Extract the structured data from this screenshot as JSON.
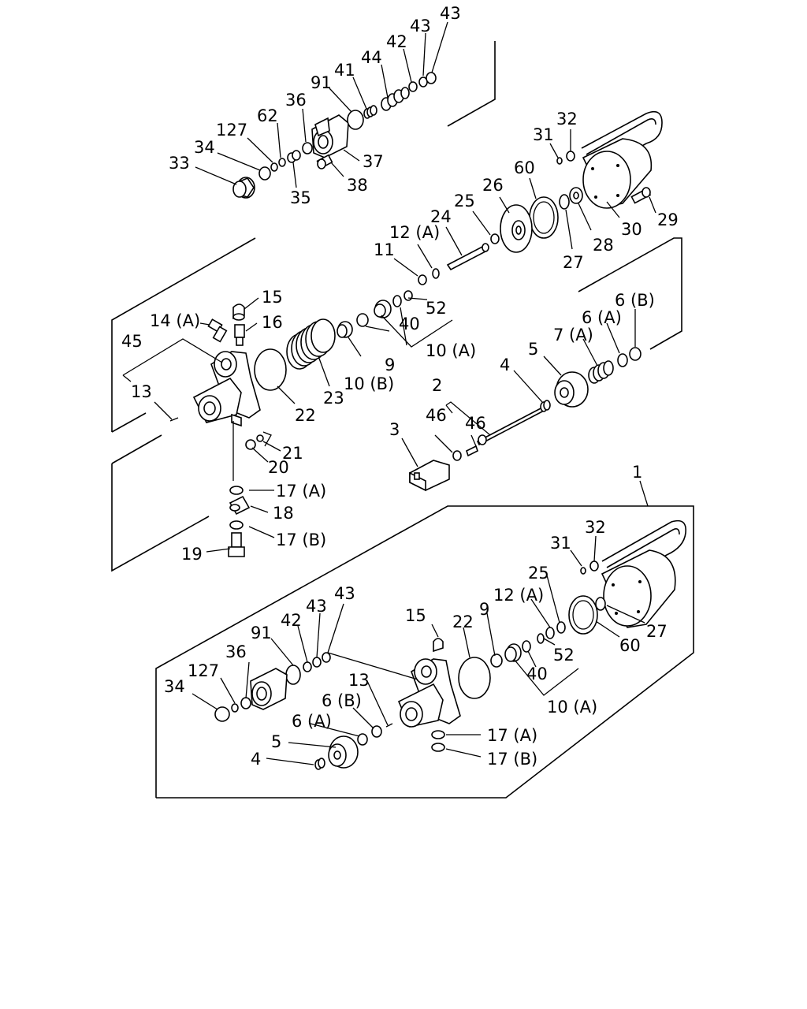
{
  "diagram": {
    "colors": {
      "line": "#000000",
      "background": "#ffffff"
    },
    "labels": [
      {
        "id": "u43a",
        "text": "43"
      },
      {
        "id": "u43b",
        "text": "43"
      },
      {
        "id": "u42",
        "text": "42"
      },
      {
        "id": "u44",
        "text": "44"
      },
      {
        "id": "u41",
        "text": "41"
      },
      {
        "id": "u91",
        "text": "91"
      },
      {
        "id": "u36",
        "text": "36"
      },
      {
        "id": "u62",
        "text": "62"
      },
      {
        "id": "u127",
        "text": "127"
      },
      {
        "id": "u34",
        "text": "34"
      },
      {
        "id": "u33",
        "text": "33"
      },
      {
        "id": "u35",
        "text": "35"
      },
      {
        "id": "u37",
        "text": "37"
      },
      {
        "id": "u38",
        "text": "38"
      },
      {
        "id": "u31",
        "text": "31"
      },
      {
        "id": "u32",
        "text": "32"
      },
      {
        "id": "u60",
        "text": "60"
      },
      {
        "id": "u26",
        "text": "26"
      },
      {
        "id": "u25",
        "text": "25"
      },
      {
        "id": "u24",
        "text": "24"
      },
      {
        "id": "u12a",
        "text": "12 (A)"
      },
      {
        "id": "u11",
        "text": "11"
      },
      {
        "id": "u29",
        "text": "29"
      },
      {
        "id": "u30",
        "text": "30"
      },
      {
        "id": "u28",
        "text": "28"
      },
      {
        "id": "u27",
        "text": "27"
      },
      {
        "id": "u15",
        "text": "15"
      },
      {
        "id": "u14a",
        "text": "14 (A)"
      },
      {
        "id": "u16",
        "text": "16"
      },
      {
        "id": "u45",
        "text": "45"
      },
      {
        "id": "u13",
        "text": "13"
      },
      {
        "id": "u52",
        "text": "52"
      },
      {
        "id": "u40",
        "text": "40"
      },
      {
        "id": "u9",
        "text": "9"
      },
      {
        "id": "u10a",
        "text": "10 (A)"
      },
      {
        "id": "u10b",
        "text": "10 (B)"
      },
      {
        "id": "u23",
        "text": "23"
      },
      {
        "id": "u22",
        "text": "22"
      },
      {
        "id": "u6b",
        "text": "6 (B)"
      },
      {
        "id": "u6a",
        "text": "6 (A)"
      },
      {
        "id": "u7a",
        "text": "7 (A)"
      },
      {
        "id": "u5",
        "text": "5"
      },
      {
        "id": "u4",
        "text": "4"
      },
      {
        "id": "u2",
        "text": "2"
      },
      {
        "id": "u46a",
        "text": "46"
      },
      {
        "id": "u46b",
        "text": "46"
      },
      {
        "id": "u3",
        "text": "3"
      },
      {
        "id": "u21",
        "text": "21"
      },
      {
        "id": "u20",
        "text": "20"
      },
      {
        "id": "u17a",
        "text": "17 (A)"
      },
      {
        "id": "u18",
        "text": "18"
      },
      {
        "id": "u17b",
        "text": "17 (B)"
      },
      {
        "id": "u19",
        "text": "19"
      },
      {
        "id": "b1",
        "text": "1"
      },
      {
        "id": "b32",
        "text": "32"
      },
      {
        "id": "b31",
        "text": "31"
      },
      {
        "id": "b25",
        "text": "25"
      },
      {
        "id": "b12a",
        "text": "12 (A)"
      },
      {
        "id": "b9",
        "text": "9"
      },
      {
        "id": "b22",
        "text": "22"
      },
      {
        "id": "b15",
        "text": "15"
      },
      {
        "id": "b43a",
        "text": "43"
      },
      {
        "id": "b43b",
        "text": "43"
      },
      {
        "id": "b42",
        "text": "42"
      },
      {
        "id": "b91",
        "text": "91"
      },
      {
        "id": "b36",
        "text": "36"
      },
      {
        "id": "b127",
        "text": "127"
      },
      {
        "id": "b34",
        "text": "34"
      },
      {
        "id": "b27",
        "text": "27"
      },
      {
        "id": "b60",
        "text": "60"
      },
      {
        "id": "b52",
        "text": "52"
      },
      {
        "id": "b40",
        "text": "40"
      },
      {
        "id": "b10a",
        "text": "10 (A)"
      },
      {
        "id": "b13",
        "text": "13"
      },
      {
        "id": "b6b",
        "text": "6 (B)"
      },
      {
        "id": "b6a",
        "text": "6 (A)"
      },
      {
        "id": "b5",
        "text": "5"
      },
      {
        "id": "b4",
        "text": "4"
      },
      {
        "id": "b17a",
        "text": "17 (A)"
      },
      {
        "id": "b17b",
        "text": "17 (B)"
      }
    ]
  }
}
